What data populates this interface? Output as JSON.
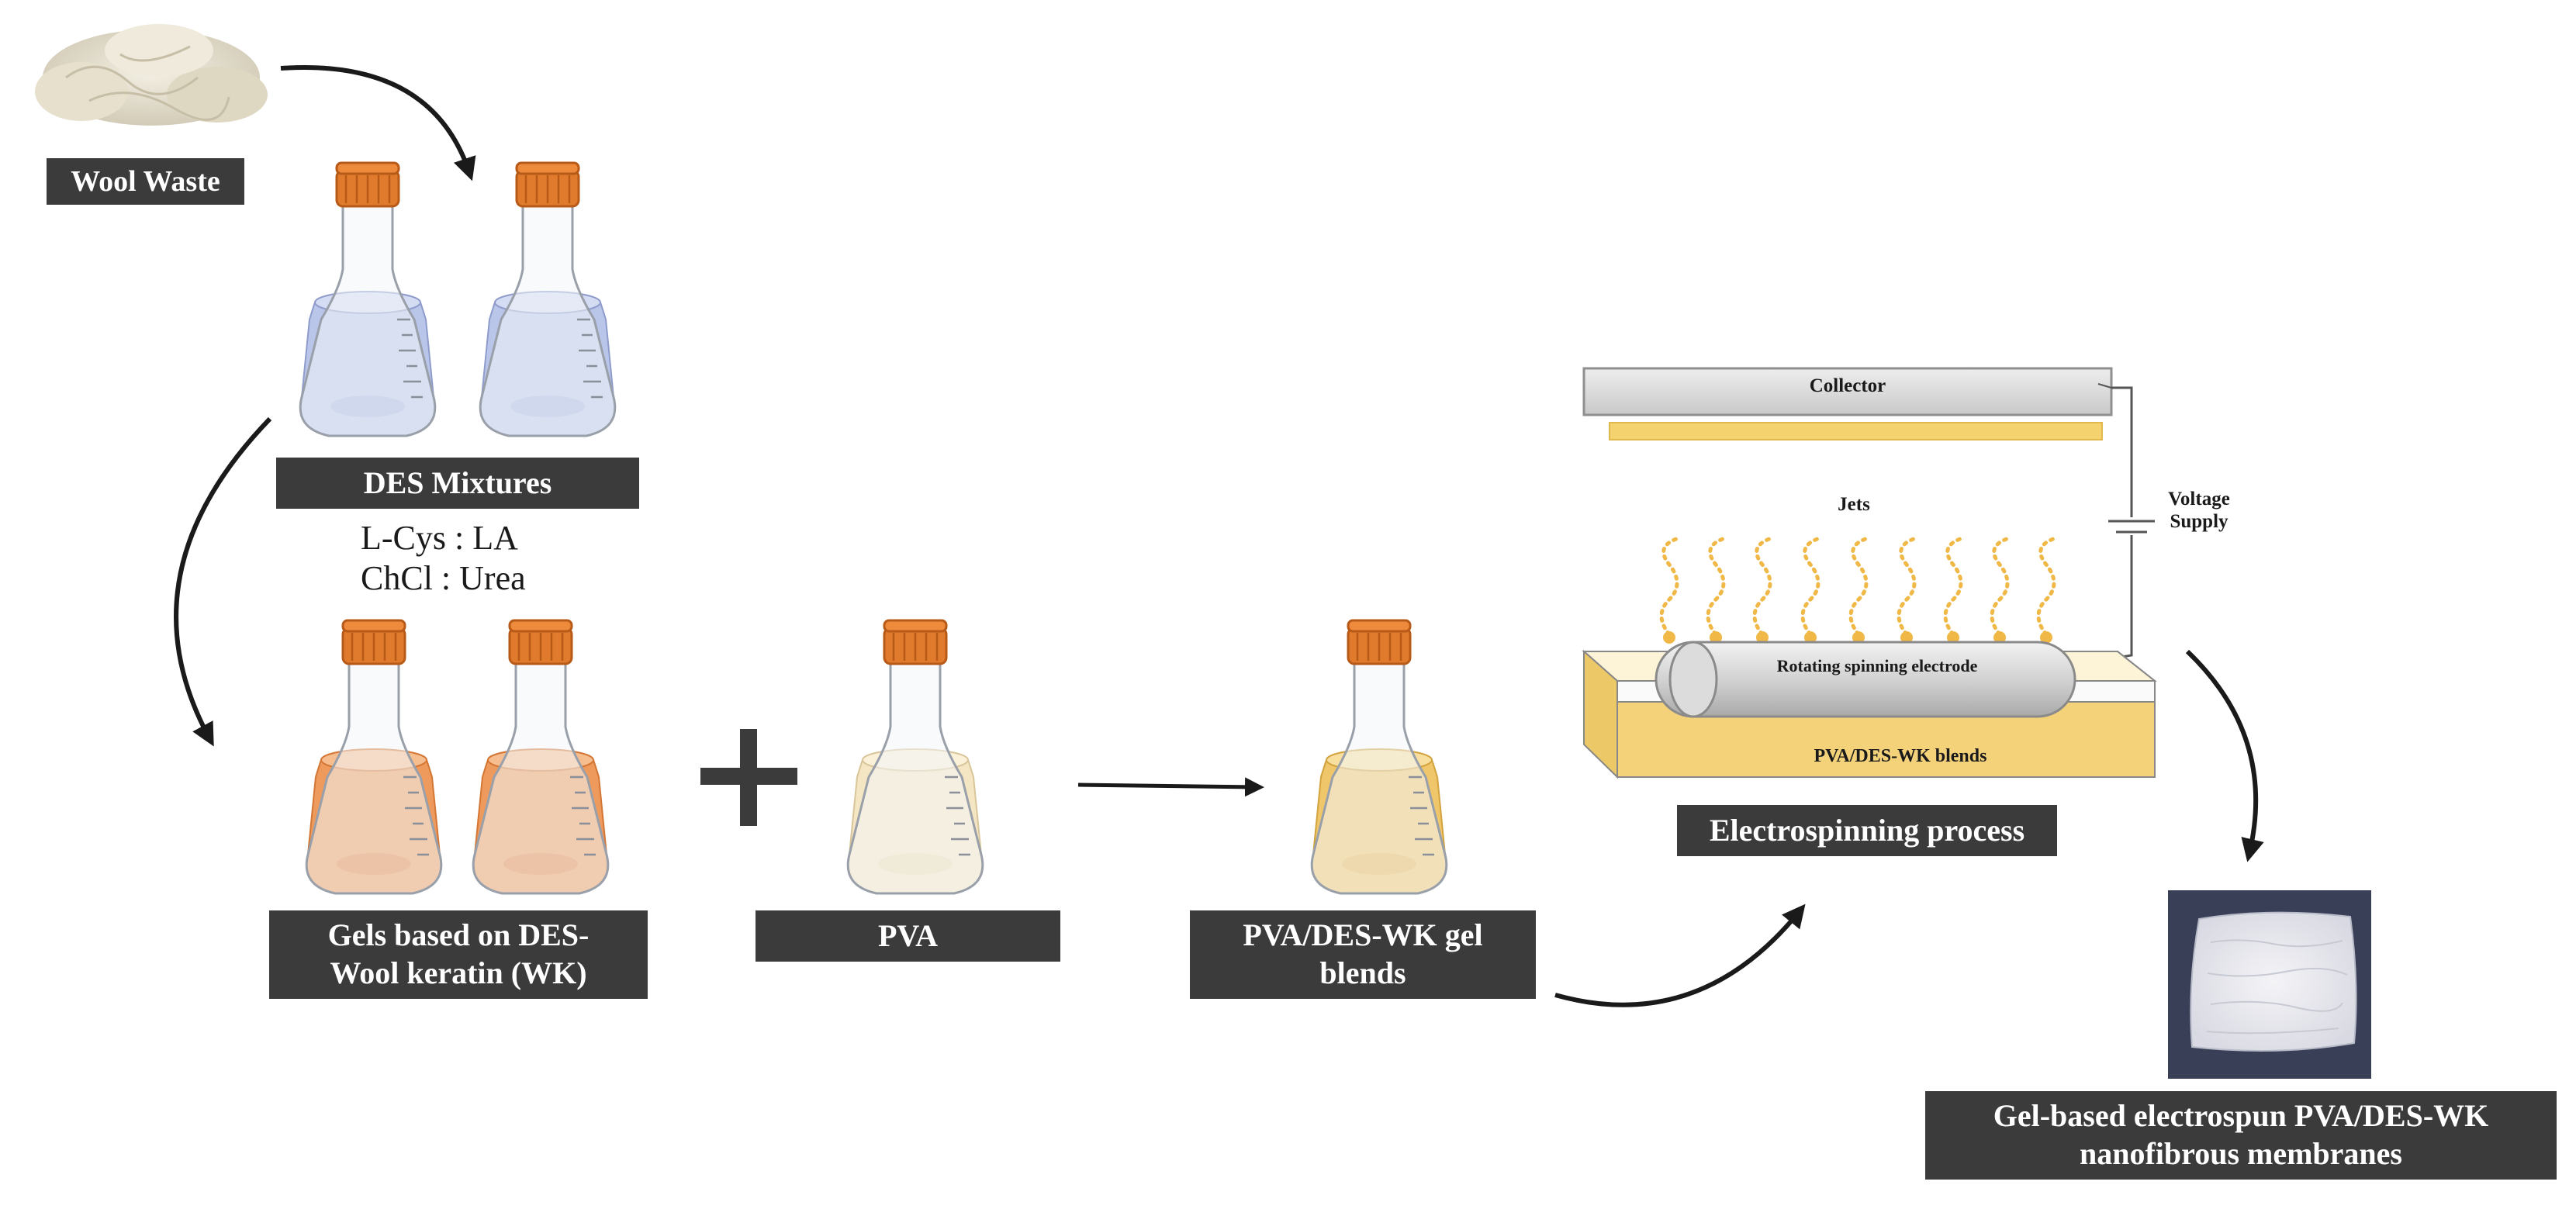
{
  "labels": {
    "wool_waste": "Wool Waste",
    "des_mixtures": "DES Mixtures",
    "des_line1": "L-Cys : LA",
    "des_line2": "ChCl : Urea",
    "gels_line1": "Gels based on DES-",
    "gels_line2": "Wool keratin (WK)",
    "pva": "PVA",
    "blend_line1": "PVA/DES-WK gel",
    "blend_line2": "blends",
    "electrospinning": "Electrospinning process",
    "membrane_line1": "Gel-based electrospun PVA/DES-WK",
    "membrane_line2": "nanofibrous membranes"
  },
  "apparatus": {
    "collector": "Collector",
    "voltage_line1": "Voltage",
    "voltage_line2": "Supply",
    "jets": "Jets",
    "electrode": "Rotating spinning electrode",
    "bath": "PVA/DES-WK blends"
  },
  "colors": {
    "label_bg": "#3b3b3b",
    "blue_liquid": "#b9c6ea",
    "orange_liquid": "#ee9a5c",
    "pale_liquid": "#f5e6c3",
    "gold_liquid": "#f0c66a",
    "cap": "#e07a2c",
    "bath": "#f3d27a",
    "collector_strip": "#f4d36e"
  }
}
